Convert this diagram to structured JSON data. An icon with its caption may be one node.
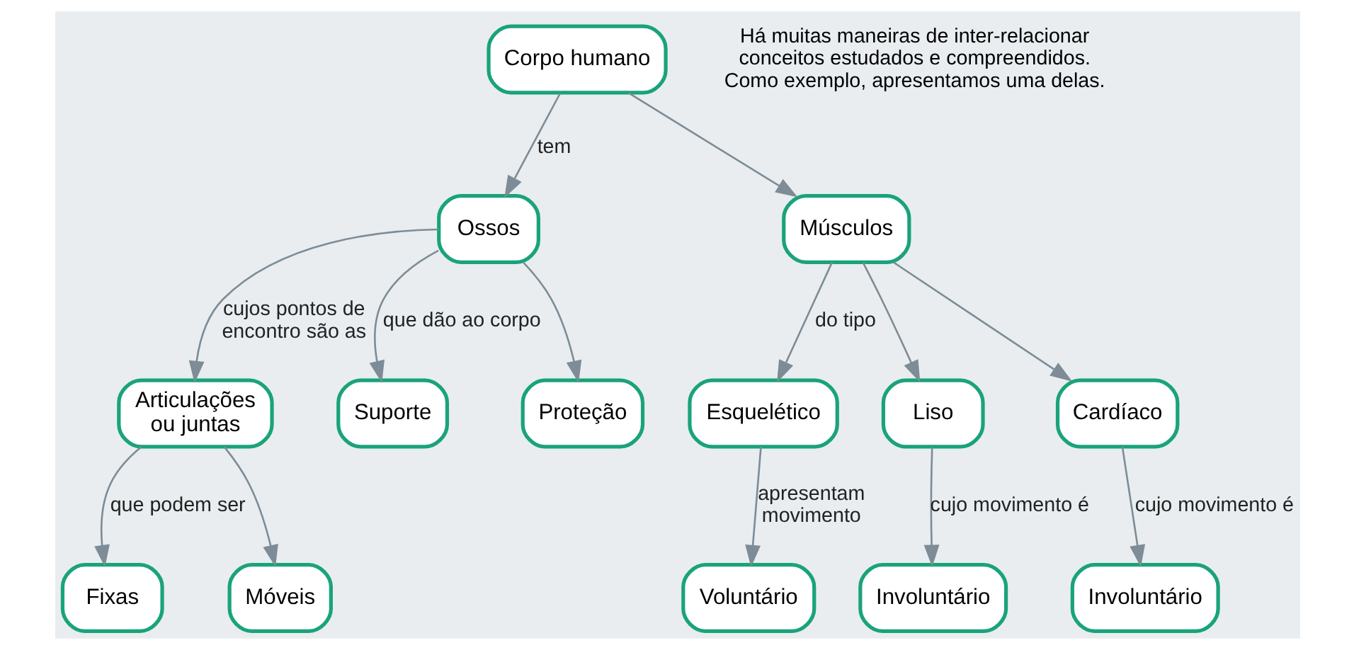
{
  "diagram": {
    "nodes": [
      {
        "text": [
          "Corpo humano"
        ]
      },
      {
        "text": [
          "Ossos"
        ]
      },
      {
        "text": [
          "Músculos"
        ]
      },
      {
        "text": [
          "Articulações ou juntas"
        ]
      },
      {
        "text": [
          "Suporte"
        ]
      },
      {
        "text": [
          "Proteção"
        ]
      },
      {
        "text": [
          "Fixas"
        ]
      },
      {
        "text": [
          "Móveis"
        ]
      },
      {
        "text": [
          "Esquelético"
        ]
      },
      {
        "text": [
          "Liso"
        ]
      },
      {
        "text": [
          "Cardíaco"
        ]
      },
      {
        "text": [
          "Voluntário"
        ]
      },
      {
        "text": [
          "Involuntário"
        ]
      },
      {
        "text": [
          "Involuntário"
        ]
      }
    ],
    "edges": [
      {
        "from": 0,
        "to": 1,
        "arrow": "to",
        "label": "tem"
      },
      {
        "from": 0,
        "to": 2,
        "arrow": "to"
      },
      {
        "from": 1,
        "to": 4,
        "arrow": "to",
        "label": "que dão ao corpo"
      },
      {
        "from": 1,
        "to": 5,
        "arrow": "to"
      },
      {
        "from": 1,
        "to": 3,
        "arrow": "to",
        "label": "cujos pontos de encontro são as"
      },
      {
        "from": 3,
        "to": 6,
        "arrow": "to",
        "label": "que podem ser"
      },
      {
        "from": 3,
        "to": 7,
        "arrow": "to"
      },
      {
        "from": 2,
        "to": 8,
        "arrow": "to",
        "label": "do tipo"
      },
      {
        "from": 2,
        "to": 9,
        "arrow": "to"
      },
      {
        "from": 2,
        "to": 10,
        "arrow": "to"
      },
      {
        "from": 8,
        "to": 11,
        "arrow": "to",
        "label": "apresentam movimento"
      },
      {
        "from": 9,
        "to": 12,
        "arrow": "to",
        "label": "cujo movimento é"
      },
      {
        "from": 10,
        "to": 13,
        "arrow": "to",
        "label": "cujo movimento é"
      }
    ],
    "labels": [
      "Há muitas maneiras de inter-relacionar conceitos estudados e compreendidos. Como exemplo, apresentamos uma delas."
    ]
  }
}
